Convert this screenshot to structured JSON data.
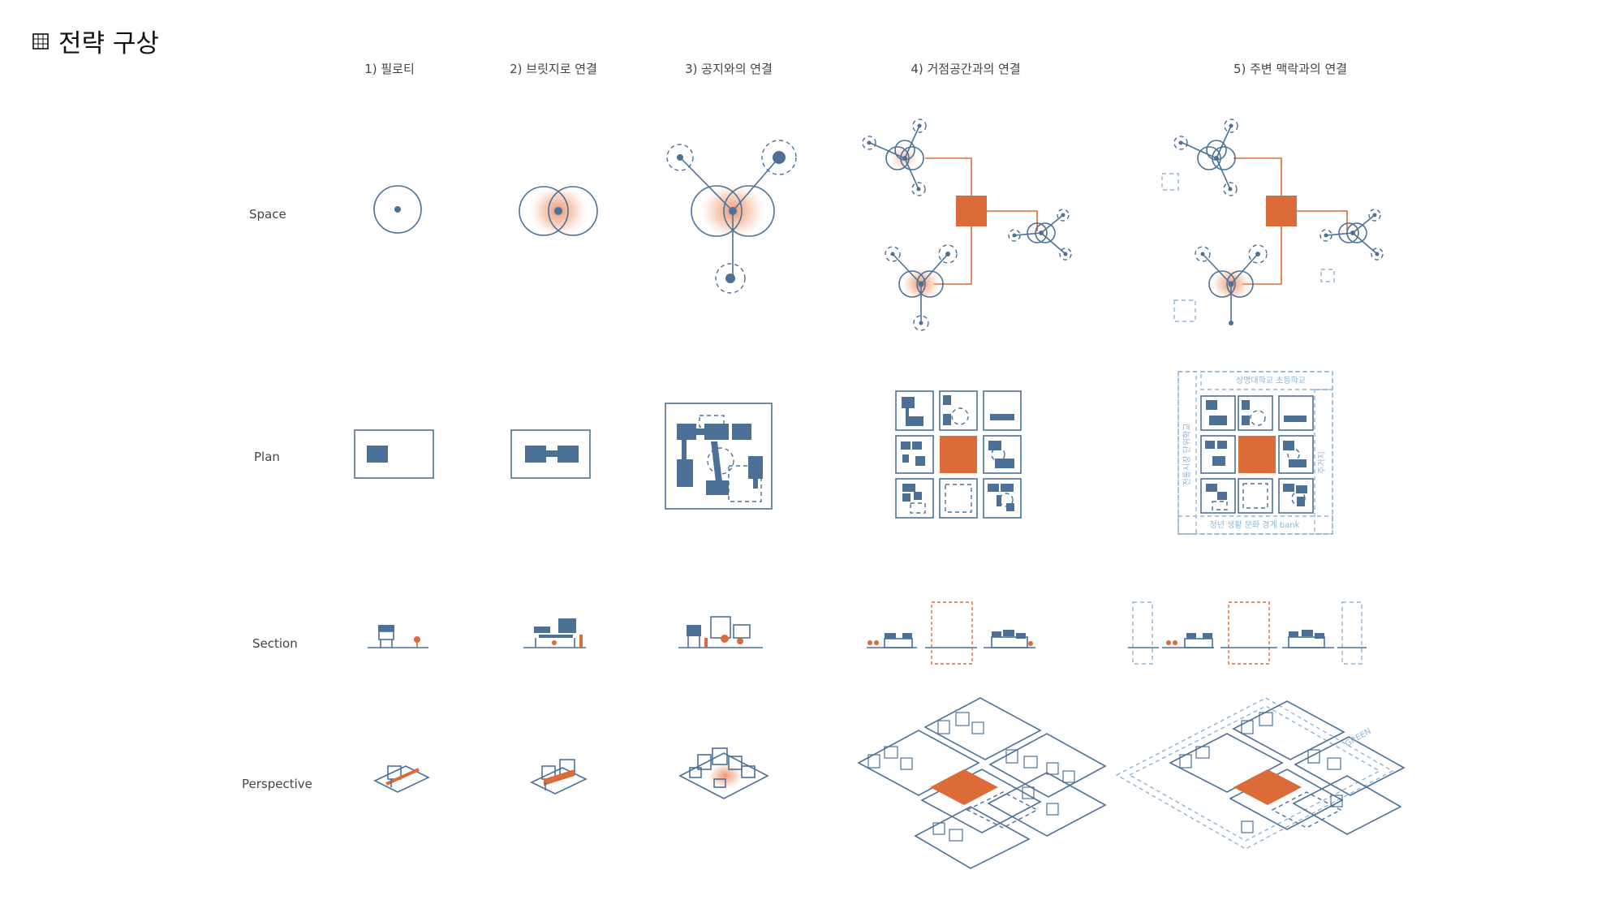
{
  "title": "전략 구상",
  "columns": [
    "1) 필로티",
    "2) 브릿지로 연결",
    "3) 공지와의 연결",
    "4) 거점공간과의 연결",
    "5) 주변 맥락과의 연결"
  ],
  "rows": [
    "Space",
    "Plan",
    "Section",
    "Perspective"
  ],
  "context_labels": {
    "top": "상명대학교 초등학교",
    "left": "전통시장 단위학교",
    "bottom": "청년 생활 문화 경계 bank",
    "right": "주거지",
    "persp_right": "GREEN"
  },
  "colors": {
    "blue": "#4d7196",
    "orange": "#dc6b3a",
    "light_blue": "#8fb3d2"
  }
}
